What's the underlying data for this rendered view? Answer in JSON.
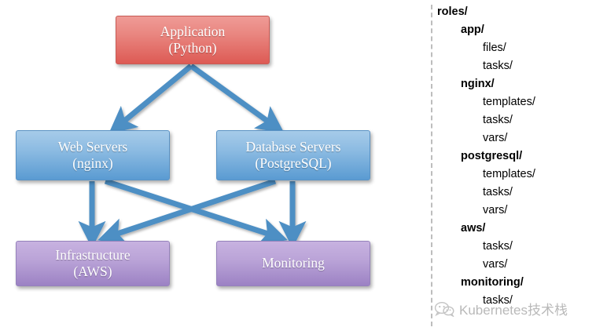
{
  "diagram": {
    "type": "flowchart",
    "nodes": [
      {
        "id": "application",
        "title": "Application",
        "subtitle": "(Python)",
        "color": "#dd5a54"
      },
      {
        "id": "web-servers",
        "title": "Web Servers",
        "subtitle": "(nginx)",
        "color": "#5a9bd2"
      },
      {
        "id": "database-servers",
        "title": "Database Servers",
        "subtitle": "(PostgreSQL)",
        "color": "#5a9bd2"
      },
      {
        "id": "infrastructure",
        "title": "Infrastructure",
        "subtitle": "(AWS)",
        "color": "#9c82c4"
      },
      {
        "id": "monitoring",
        "title": "Monitoring",
        "subtitle": "",
        "color": "#9c82c4"
      }
    ],
    "edges": [
      {
        "from": "application",
        "to": "web-servers"
      },
      {
        "from": "application",
        "to": "database-servers"
      },
      {
        "from": "web-servers",
        "to": "infrastructure"
      },
      {
        "from": "web-servers",
        "to": "monitoring"
      },
      {
        "from": "database-servers",
        "to": "infrastructure"
      },
      {
        "from": "database-servers",
        "to": "monitoring"
      }
    ],
    "arrow_color": "#4e8fc4"
  },
  "tree": {
    "rows": [
      {
        "label": "roles/",
        "depth": 0,
        "bold": true
      },
      {
        "label": "app/",
        "depth": 1,
        "bold": true
      },
      {
        "label": "files/",
        "depth": 2,
        "bold": false
      },
      {
        "label": "tasks/",
        "depth": 2,
        "bold": false
      },
      {
        "label": "nginx/",
        "depth": 1,
        "bold": true
      },
      {
        "label": "templates/",
        "depth": 2,
        "bold": false
      },
      {
        "label": "tasks/",
        "depth": 2,
        "bold": false
      },
      {
        "label": "vars/",
        "depth": 2,
        "bold": false
      },
      {
        "label": "postgresql/",
        "depth": 1,
        "bold": true
      },
      {
        "label": "templates/",
        "depth": 2,
        "bold": false
      },
      {
        "label": "tasks/",
        "depth": 2,
        "bold": false
      },
      {
        "label": "vars/",
        "depth": 2,
        "bold": false
      },
      {
        "label": "aws/",
        "depth": 1,
        "bold": true
      },
      {
        "label": "tasks/",
        "depth": 2,
        "bold": false
      },
      {
        "label": "vars/",
        "depth": 2,
        "bold": false
      },
      {
        "label": "monitoring/",
        "depth": 1,
        "bold": true
      },
      {
        "label": "tasks/",
        "depth": 2,
        "bold": false
      }
    ]
  },
  "watermark": {
    "text": "Kubernetes技术栈",
    "icon": "wechat-icon",
    "color": "#b9b9b9"
  }
}
